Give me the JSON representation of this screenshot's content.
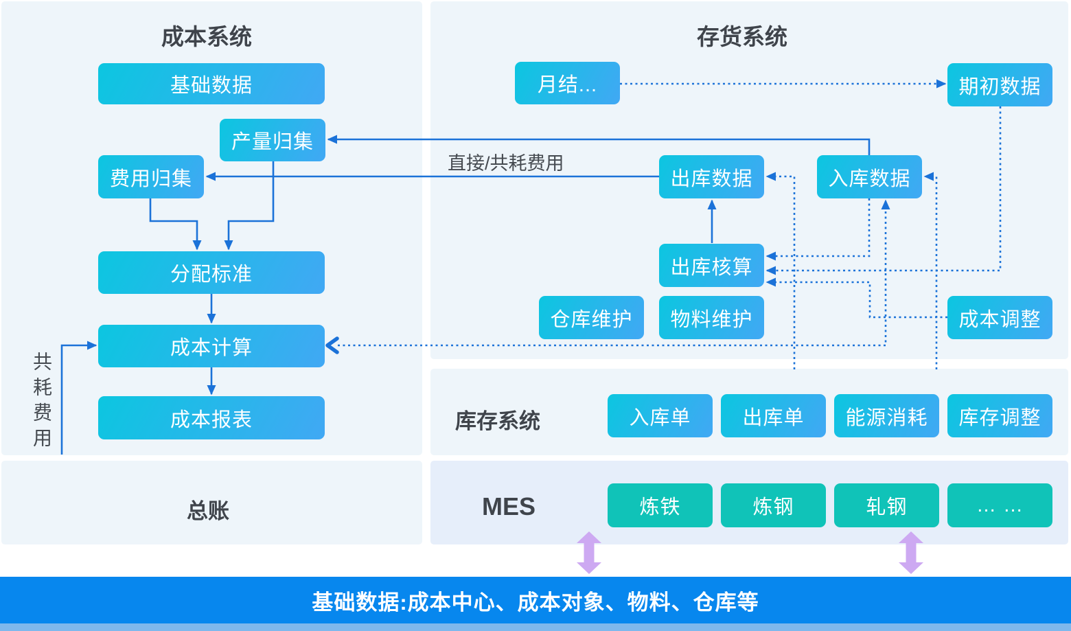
{
  "colors": {
    "node_gradient_start": "#0cc6e0",
    "node_gradient_end": "#41a8f4",
    "mes_node_teal": "#10c3b8",
    "connector_blue": "#1b72d8",
    "panel_bg": "#eef5fa",
    "mes_panel_bg": "#e6eefa",
    "bottom_bar_blue": "#0787ee",
    "bottom_bar_strip": "#7fb8ec",
    "purple_arrow": "#cda9f2",
    "title_text": "#3f444b"
  },
  "cost_system": {
    "title": "成本系统",
    "nodes": [
      {
        "label": "基础数据"
      },
      {
        "label": "产量归集"
      },
      {
        "label": "费用归集"
      },
      {
        "label": "分配标准"
      },
      {
        "label": "成本计算"
      },
      {
        "label": "成本报表"
      }
    ]
  },
  "inventory_system": {
    "title": "存货系统",
    "nodes": [
      {
        "label": "月结..."
      },
      {
        "label": "期初数据"
      },
      {
        "label": "出库数据"
      },
      {
        "label": "入库数据"
      },
      {
        "label": "出库核算"
      },
      {
        "label": "仓库维护"
      },
      {
        "label": "物料维护"
      },
      {
        "label": "成本调整"
      }
    ]
  },
  "warehouse_system": {
    "title": "库存系统",
    "nodes": [
      {
        "label": "入库单"
      },
      {
        "label": "出库单"
      },
      {
        "label": "能源消耗"
      },
      {
        "label": "库存调整"
      }
    ]
  },
  "ledger": {
    "title": "总账"
  },
  "mes": {
    "title": "MES",
    "nodes": [
      {
        "label": "炼铁"
      },
      {
        "label": "炼钢"
      },
      {
        "label": "轧钢"
      },
      {
        "label": "… …"
      }
    ]
  },
  "edge_labels": {
    "direct_shared": "直接/共耗费用",
    "shared_cost": "共耗费用"
  },
  "bottom_bar": {
    "text": "基础数据:成本中心、成本对象、物料、仓库等"
  }
}
